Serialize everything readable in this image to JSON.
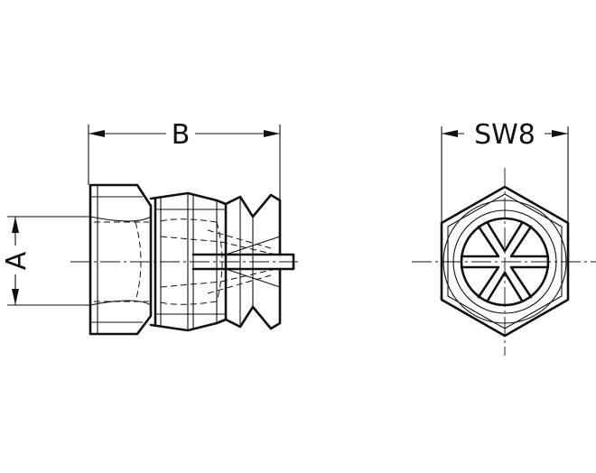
{
  "labels": {
    "dim_b": "B",
    "dim_a": "A",
    "dim_sw": "SW8"
  }
}
